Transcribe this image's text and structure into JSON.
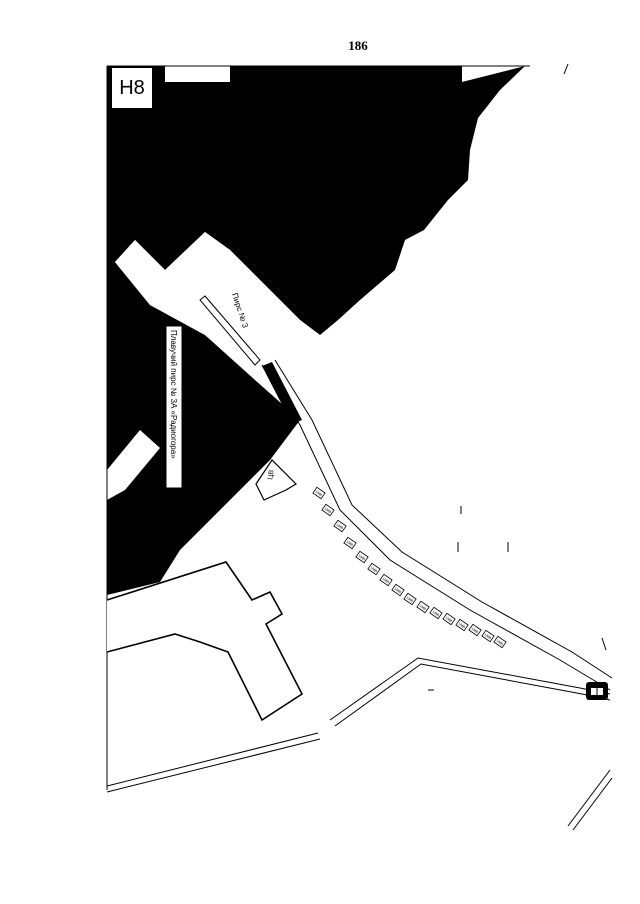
{
  "page_number": "186",
  "sheet_label": "Н8",
  "labels": {
    "pier_3": "Пирс № 3",
    "floating_pier": "Плавучий пирс № 3А «Радиогора»",
    "small_building": "ЦВ"
  },
  "parking_slots": [
    {
      "text": "1МВ"
    },
    {
      "text": "1МВ"
    },
    {
      "text": "1МВ"
    },
    {
      "text": "1МВ"
    },
    {
      "text": "1МВ"
    },
    {
      "text": "1МВ"
    },
    {
      "text": "1МВ"
    },
    {
      "text": "1МВ"
    },
    {
      "text": "1МВ"
    },
    {
      "text": "1МВ"
    },
    {
      "text": "1МВ"
    },
    {
      "text": "1МВ"
    },
    {
      "text": "1МВ"
    },
    {
      "text": "1МВ"
    },
    {
      "text": "1МВ"
    },
    {
      "text": "1МВ"
    }
  ],
  "colors": {
    "water": "#000000",
    "land": "#ffffff",
    "lines": "#000000"
  },
  "icons": {
    "marker": "house-marker-icon"
  }
}
